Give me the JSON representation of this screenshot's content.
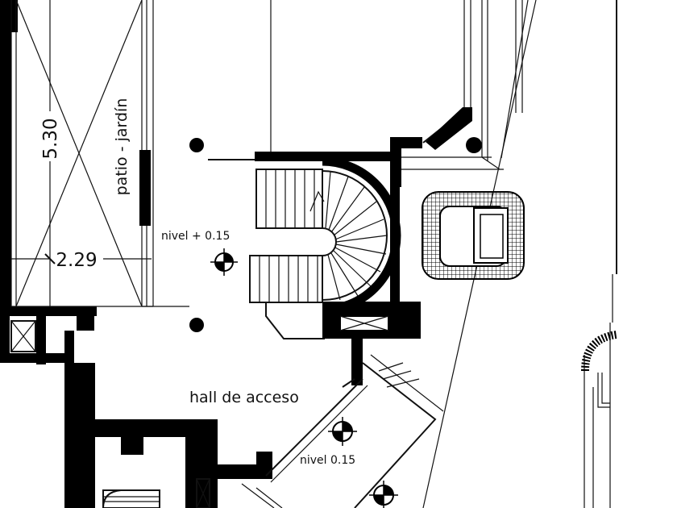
{
  "plan": {
    "dimensions": {
      "height_label": "5.30",
      "width_label": "2.29"
    },
    "rooms": {
      "patio": "patio - jardín",
      "hall": "hall de acceso"
    },
    "levels": {
      "upper": "nivel + 0.15",
      "lower": "nivel 0.15"
    }
  }
}
